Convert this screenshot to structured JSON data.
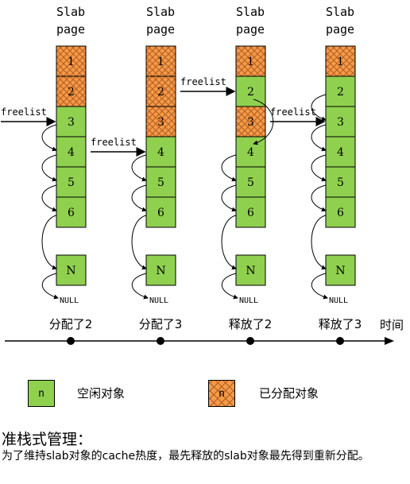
{
  "columns": [
    {
      "title_line1": "Slab",
      "title_line2": "page",
      "operation": "分配了2",
      "cells": [
        {
          "label": "1",
          "state": "allocated"
        },
        {
          "label": "2",
          "state": "allocated"
        },
        {
          "label": "3",
          "state": "free"
        },
        {
          "label": "4",
          "state": "free"
        },
        {
          "label": "5",
          "state": "free"
        },
        {
          "label": "6",
          "state": "free"
        },
        {
          "label": "N",
          "state": "free"
        }
      ],
      "freelist_label": "freelist",
      "freelist_target": "3"
    },
    {
      "title_line1": "Slab",
      "title_line2": "page",
      "operation": "分配了3",
      "cells": [
        {
          "label": "1",
          "state": "allocated"
        },
        {
          "label": "2",
          "state": "allocated"
        },
        {
          "label": "3",
          "state": "allocated"
        },
        {
          "label": "4",
          "state": "free"
        },
        {
          "label": "5",
          "state": "free"
        },
        {
          "label": "6",
          "state": "free"
        },
        {
          "label": "N",
          "state": "free"
        }
      ],
      "freelist_label": "freelist",
      "freelist_target": "4"
    },
    {
      "title_line1": "Slab",
      "title_line2": "page",
      "operation": "释放了2",
      "cells": [
        {
          "label": "1",
          "state": "allocated"
        },
        {
          "label": "2",
          "state": "free"
        },
        {
          "label": "3",
          "state": "allocated"
        },
        {
          "label": "4",
          "state": "free"
        },
        {
          "label": "5",
          "state": "free"
        },
        {
          "label": "6",
          "state": "free"
        },
        {
          "label": "N",
          "state": "free"
        }
      ],
      "freelist_label": "freelist",
      "freelist_target": "2"
    },
    {
      "title_line1": "Slab",
      "title_line2": "page",
      "operation": "释放了3",
      "cells": [
        {
          "label": "1",
          "state": "allocated"
        },
        {
          "label": "2",
          "state": "free"
        },
        {
          "label": "3",
          "state": "free"
        },
        {
          "label": "4",
          "state": "free"
        },
        {
          "label": "5",
          "state": "free"
        },
        {
          "label": "6",
          "state": "free"
        },
        {
          "label": "N",
          "state": "free"
        }
      ],
      "freelist_label": "freelist",
      "freelist_target": "3"
    }
  ],
  "null_label": "NULL",
  "timeline_label": "时间",
  "legend": {
    "free_symbol": "n",
    "free_label": "空闲对象",
    "allocated_symbol": "n",
    "allocated_label": "已分配对象"
  },
  "heading": "准栈式管理：",
  "description": "为了维持slab对象的cache热度，最先释放的slab对象最先得到重新分配。",
  "colors": {
    "free": "#8fd14f",
    "allocated": "#f29b49",
    "hatch": "#b85c1f",
    "line": "#000000"
  }
}
